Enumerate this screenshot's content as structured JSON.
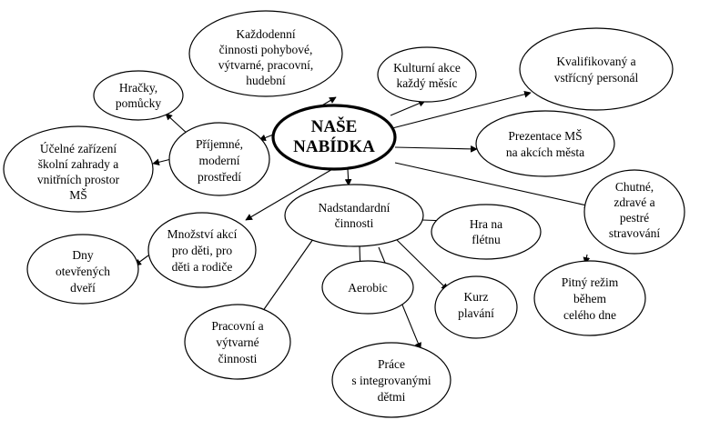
{
  "nodes": {
    "center": [
      "NAŠE",
      "NABÍDKA"
    ],
    "kazdodenni": [
      "Každodenní",
      "činnosti pohybové,",
      "výtvarné, pracovní,",
      "hudební"
    ],
    "kulturni": [
      "Kulturní akce",
      "každý měsíc"
    ],
    "kvalifikovany": [
      "Kvalifikovaný a",
      "vstřícný personál"
    ],
    "hracky": [
      "Hračky,",
      "pomůcky"
    ],
    "prijemne": [
      "Příjemné,",
      "moderní",
      "prostředí"
    ],
    "ucelne": [
      "Účelné zařízení",
      "školní zahrady a",
      "vnitřních prostor",
      "MŠ"
    ],
    "prezentace": [
      "Prezentace MŠ",
      "na akcích města"
    ],
    "chutne": [
      "Chutné,",
      "zdravé a",
      "pestré",
      "stravování"
    ],
    "nadstandardni": [
      "Nadstandardní",
      "činnosti"
    ],
    "hra": [
      "Hra na",
      "flétnu"
    ],
    "mnozstvi": [
      "Množství akcí",
      "pro děti, pro",
      "děti a rodiče"
    ],
    "dny": [
      "Dny",
      "otevřených",
      "dveří"
    ],
    "aerobic": [
      "Aerobic"
    ],
    "kurz": [
      "Kurz",
      "plavání"
    ],
    "pitny": [
      "Pitný režim",
      "během",
      "celého dne"
    ],
    "pracovni": [
      "Pracovní a",
      "výtvarné",
      "činnosti"
    ],
    "prace": [
      "Práce",
      "s integrovanými",
      "dětmi"
    ]
  }
}
